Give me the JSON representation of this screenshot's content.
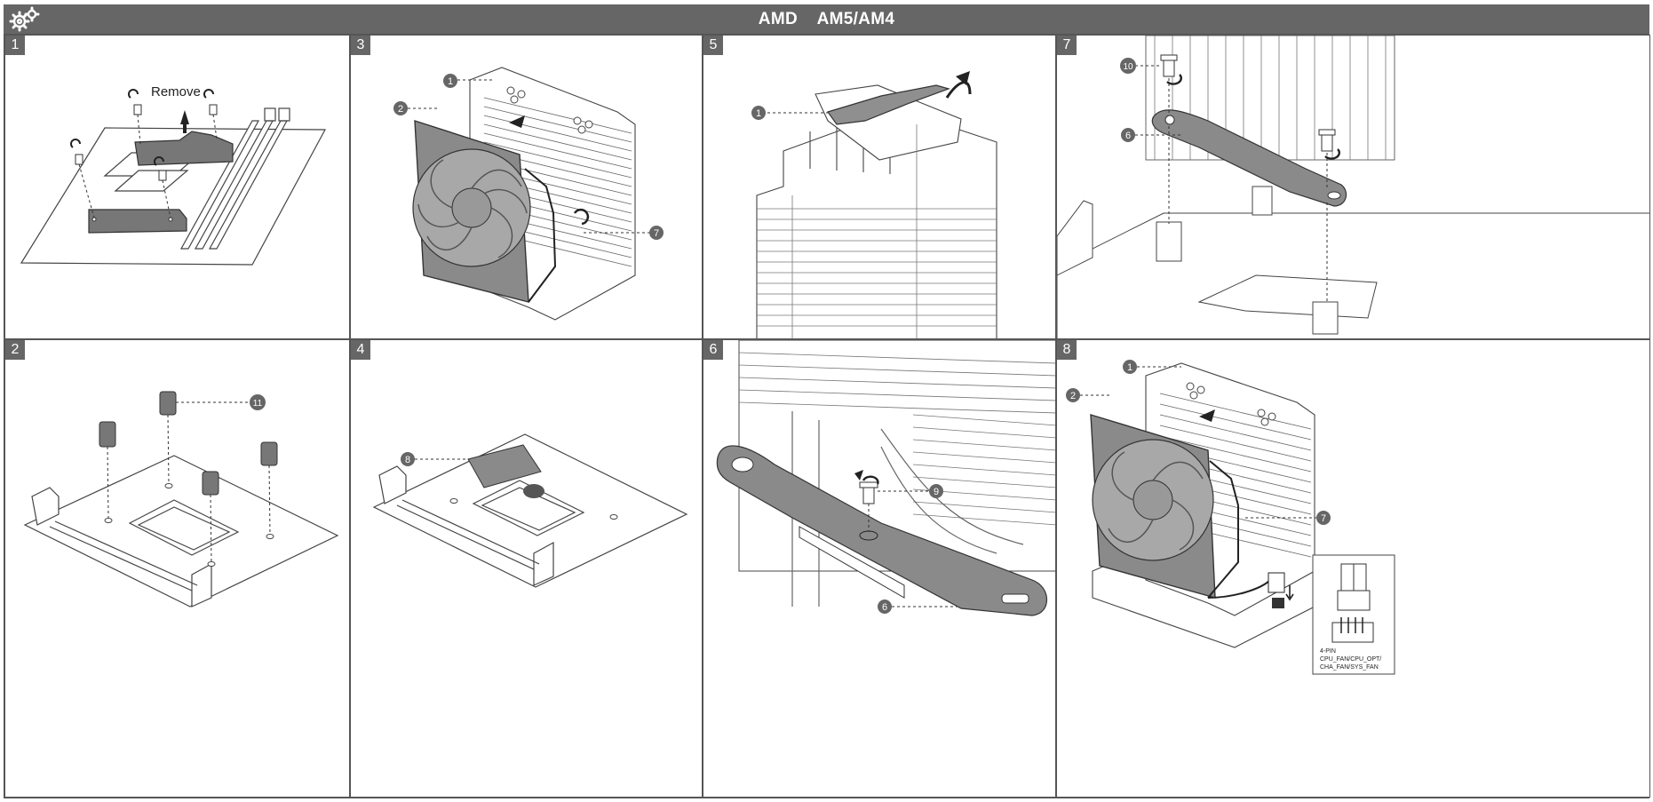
{
  "header": {
    "title": "AMD    AM5/AM4",
    "icon": "gears-icon",
    "background": "#666666"
  },
  "panels": [
    {
      "step": "1",
      "remove_label": "Remove"
    },
    {
      "step": "2",
      "callouts": [
        "11"
      ]
    },
    {
      "step": "3",
      "callouts": [
        "1",
        "2",
        "7"
      ]
    },
    {
      "step": "4",
      "callouts": [
        "8"
      ]
    },
    {
      "step": "5",
      "callouts": [
        "1"
      ]
    },
    {
      "step": "6",
      "callouts": [
        "9",
        "6"
      ]
    },
    {
      "step": "7",
      "callouts": [
        "10",
        "6"
      ]
    },
    {
      "step": "8",
      "callouts": [
        "1",
        "2",
        "7"
      ]
    }
  ],
  "connector_inset": {
    "pin_label": "4-PIN",
    "header_label_line1": "CPU_FAN/CPU_OPT/",
    "header_label_line2": "CHA_FAN/SYS_FAN"
  }
}
